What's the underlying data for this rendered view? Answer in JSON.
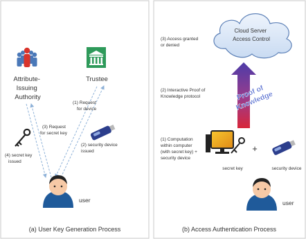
{
  "left_panel": {
    "authority_label": [
      "Attribute-",
      "Issuing",
      "Authority"
    ],
    "trustee_label": "Trustee",
    "step1": [
      "(1) Request",
      "for device"
    ],
    "step3": [
      "(3) Request",
      "for secret key"
    ],
    "step2": [
      "(2) security device",
      "issued"
    ],
    "step4": [
      "(4) secret key",
      "issued"
    ],
    "user_label": "user",
    "caption": "(a) User Key Generation Process"
  },
  "right_panel": {
    "cloud_label": [
      "Cloud Server",
      "Access Control"
    ],
    "step3": [
      "(3) Access granted",
      "or denied"
    ],
    "step2": [
      "(2) Interactive Proof of",
      "Knowledge protocol"
    ],
    "arrow_label": [
      "Proof of",
      "Knowledge"
    ],
    "step1": [
      "(1) Computation",
      "within computer",
      "(with secret key) +",
      "security device"
    ],
    "plus_sign": "+",
    "secret_key_label": "secret key",
    "security_device_label": "security device",
    "user_label": "user",
    "caption": "(b) Access Authentication Process"
  },
  "colors": {
    "authority_red": "#d9342b",
    "authority_blue": "#4a78b8",
    "trustee_green": "#2e9a5a",
    "cloud_fill": "#d9e6f7",
    "cloud_stroke": "#5b7fb6",
    "arrow_top": "#4d3ca8",
    "arrow_bottom": "#d8263a",
    "arrow_text": "#3a55c8"
  }
}
